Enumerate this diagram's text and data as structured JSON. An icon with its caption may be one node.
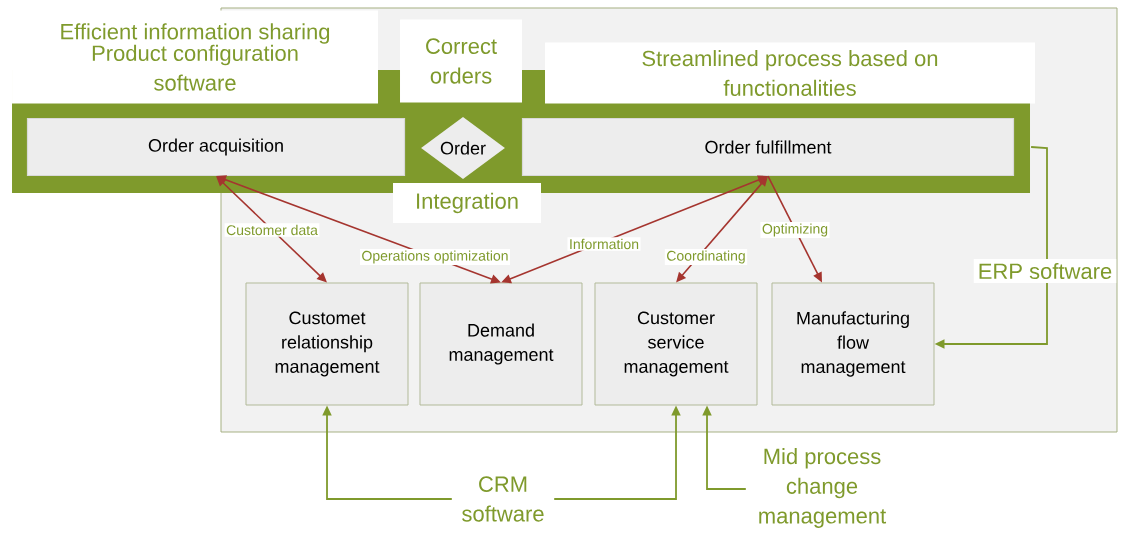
{
  "diagram": {
    "nodes": [
      {
        "text": [
          "Efficient information sharing",
          "Product configuration software"
        ]
      },
      {
        "text": [
          "Correct orders"
        ]
      },
      {
        "text": [
          "Streamlined process based on functionalities"
        ]
      },
      {
        "text": [
          "Order acquisition"
        ]
      },
      {
        "text": [
          "Order"
        ]
      },
      {
        "text": [
          "Order fulfillment"
        ]
      },
      {
        "text": [
          "Integration"
        ]
      },
      {
        "text": [
          "Customet relationship management"
        ]
      },
      {
        "text": [
          "Demand management"
        ]
      },
      {
        "text": [
          "Customer service management"
        ]
      },
      {
        "text": [
          "Manufacturing flow management"
        ]
      },
      {
        "text": [
          "CRM software"
        ]
      },
      {
        "text": [
          "Mid process change management"
        ]
      }
    ],
    "edges": [
      {
        "from": 3,
        "to": 7,
        "arrow": "both",
        "label": "Customer data"
      },
      {
        "from": 3,
        "to": 8,
        "arrow": "both",
        "label": "Operations optimization"
      },
      {
        "from": 5,
        "to": 8,
        "arrow": "both",
        "label": "Information"
      },
      {
        "from": 5,
        "to": 9,
        "arrow": "both",
        "label": "Coordinating"
      },
      {
        "from": 5,
        "to": 10,
        "arrow": "to",
        "label": "Optimizing"
      },
      {
        "from": 5,
        "to": 10,
        "arrow": "to",
        "label": "ERP software",
        "color": "#7f9a2c"
      },
      {
        "from": 11,
        "to": 7,
        "arrow": "to",
        "color": "#7f9a2c"
      },
      {
        "from": 11,
        "to": 9,
        "arrow": "to",
        "color": "#7f9a2c"
      },
      {
        "from": 12,
        "to": 9,
        "arrow": "to",
        "color": "#7f9a2c"
      }
    ]
  }
}
